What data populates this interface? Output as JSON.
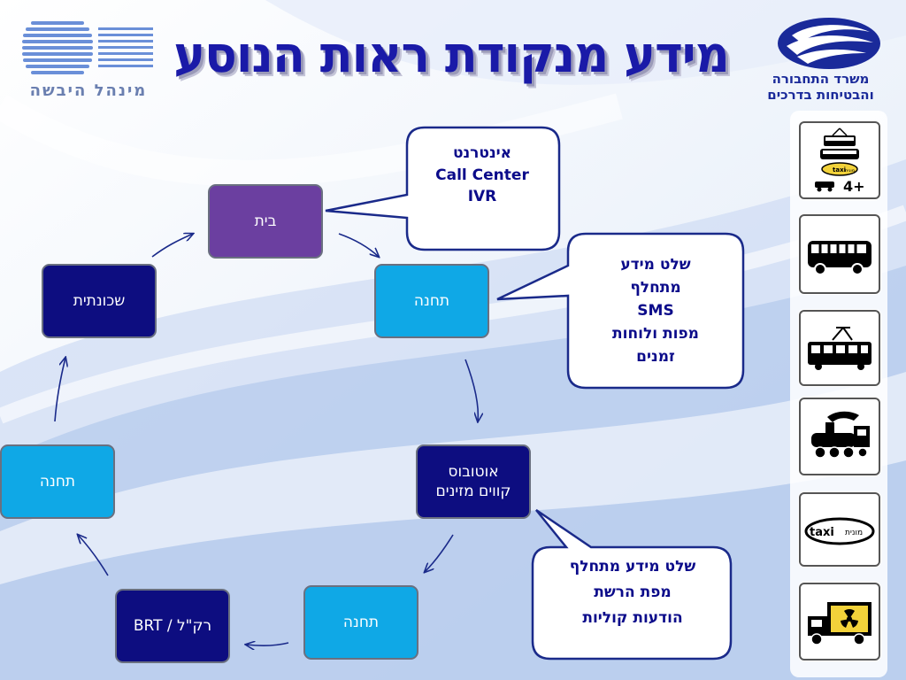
{
  "header": {
    "title": "מידע מנקודת ראות הנוסע",
    "left_logo_text": "מינהל היבשה",
    "right_logo_line1": "משרד התחבורה",
    "right_logo_line2": "והבטיחות בדרכים"
  },
  "nodes": {
    "home": "בית",
    "station_top": "תחנה",
    "bus_line1": "אוטובוס",
    "bus_line2": "קווים מזינים",
    "station_bottom": "תחנה",
    "rail_brt": "רק\"ל / BRT",
    "station_left": "תחנה",
    "neighborhood": "שכונתית"
  },
  "callouts": {
    "home": [
      "אינטרנט",
      "Call Center",
      "IVR"
    ],
    "station": [
      "שלט מידע",
      "מתחלף",
      "SMS",
      "מפות ולוחות",
      "זמנים"
    ],
    "bus": [
      "שלט מידע מתחלף",
      "מפת הרשת",
      "הודעות קוליות"
    ]
  },
  "sidebar": {
    "icons": [
      "public-transport-4plus-icon",
      "bus-icon",
      "tram-icon",
      "train-icon",
      "taxi-icon",
      "hazmat-truck-icon"
    ],
    "tile1_taxi_label": "מונית",
    "tile1_count": "4+",
    "tile5_label": "מונית",
    "tile5_brand": "taxi"
  },
  "colors": {
    "title": "#1a1aa8",
    "purple_node": "#6b3fa0",
    "navy_node": "#0d0d80",
    "cyan_node": "#0fa8e6",
    "callout_text": "#0b0b8a",
    "arrow": "#1a2a8a"
  }
}
